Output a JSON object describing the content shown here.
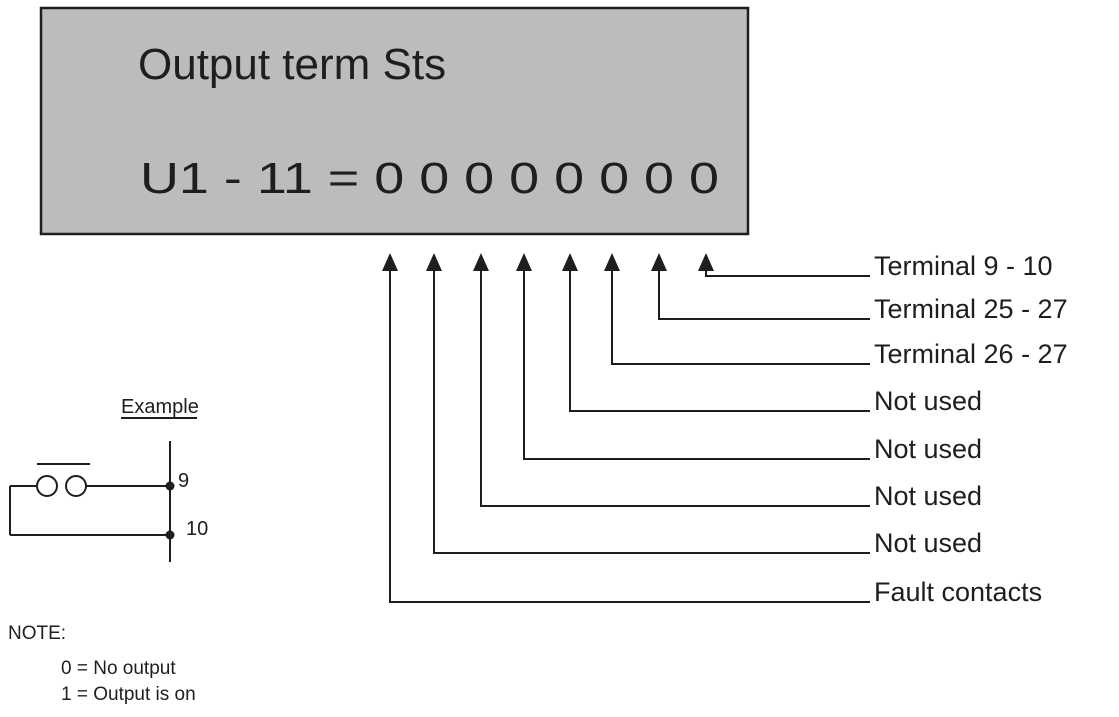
{
  "display": {
    "line1": "Output term Sts",
    "line2": "U1 - 11 = 0 0 0 0 0 0 0 0",
    "background": "#bcbcbc"
  },
  "outputs": [
    {
      "label": "Terminal 9 - 10"
    },
    {
      "label": "Terminal 25 - 27"
    },
    {
      "label": "Terminal 26 - 27"
    },
    {
      "label": "Not used"
    },
    {
      "label": "Not used"
    },
    {
      "label": "Not used"
    },
    {
      "label": "Not used"
    },
    {
      "label": "Fault contacts"
    }
  ],
  "example": {
    "title": "Example",
    "terminal_top": "9",
    "terminal_bottom": "10"
  },
  "note": {
    "title": "NOTE:",
    "lines": [
      "0 = No output",
      "1 = Output is on"
    ]
  }
}
